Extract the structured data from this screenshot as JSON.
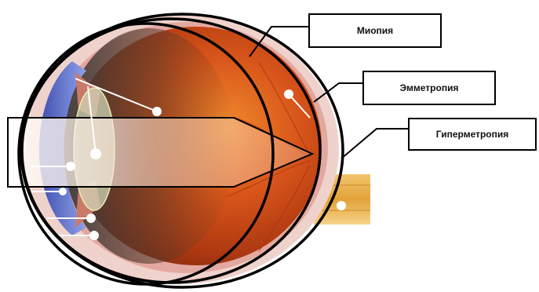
{
  "labels": {
    "myopia": "Миопия",
    "emmetropia": "Эмметропия",
    "hypermetropia": "Гиперметропия"
  },
  "icons": {
    "eyeball": "eyeball-cross-section",
    "light_beam": "incoming-light-beam"
  },
  "colors": {
    "outline": "#000000",
    "retina_orange": "#d8551a",
    "cornea_blue": "#5a6ec8",
    "sclera_pink": "#e8b4b4",
    "optic_nerve": "#e2a23a"
  }
}
